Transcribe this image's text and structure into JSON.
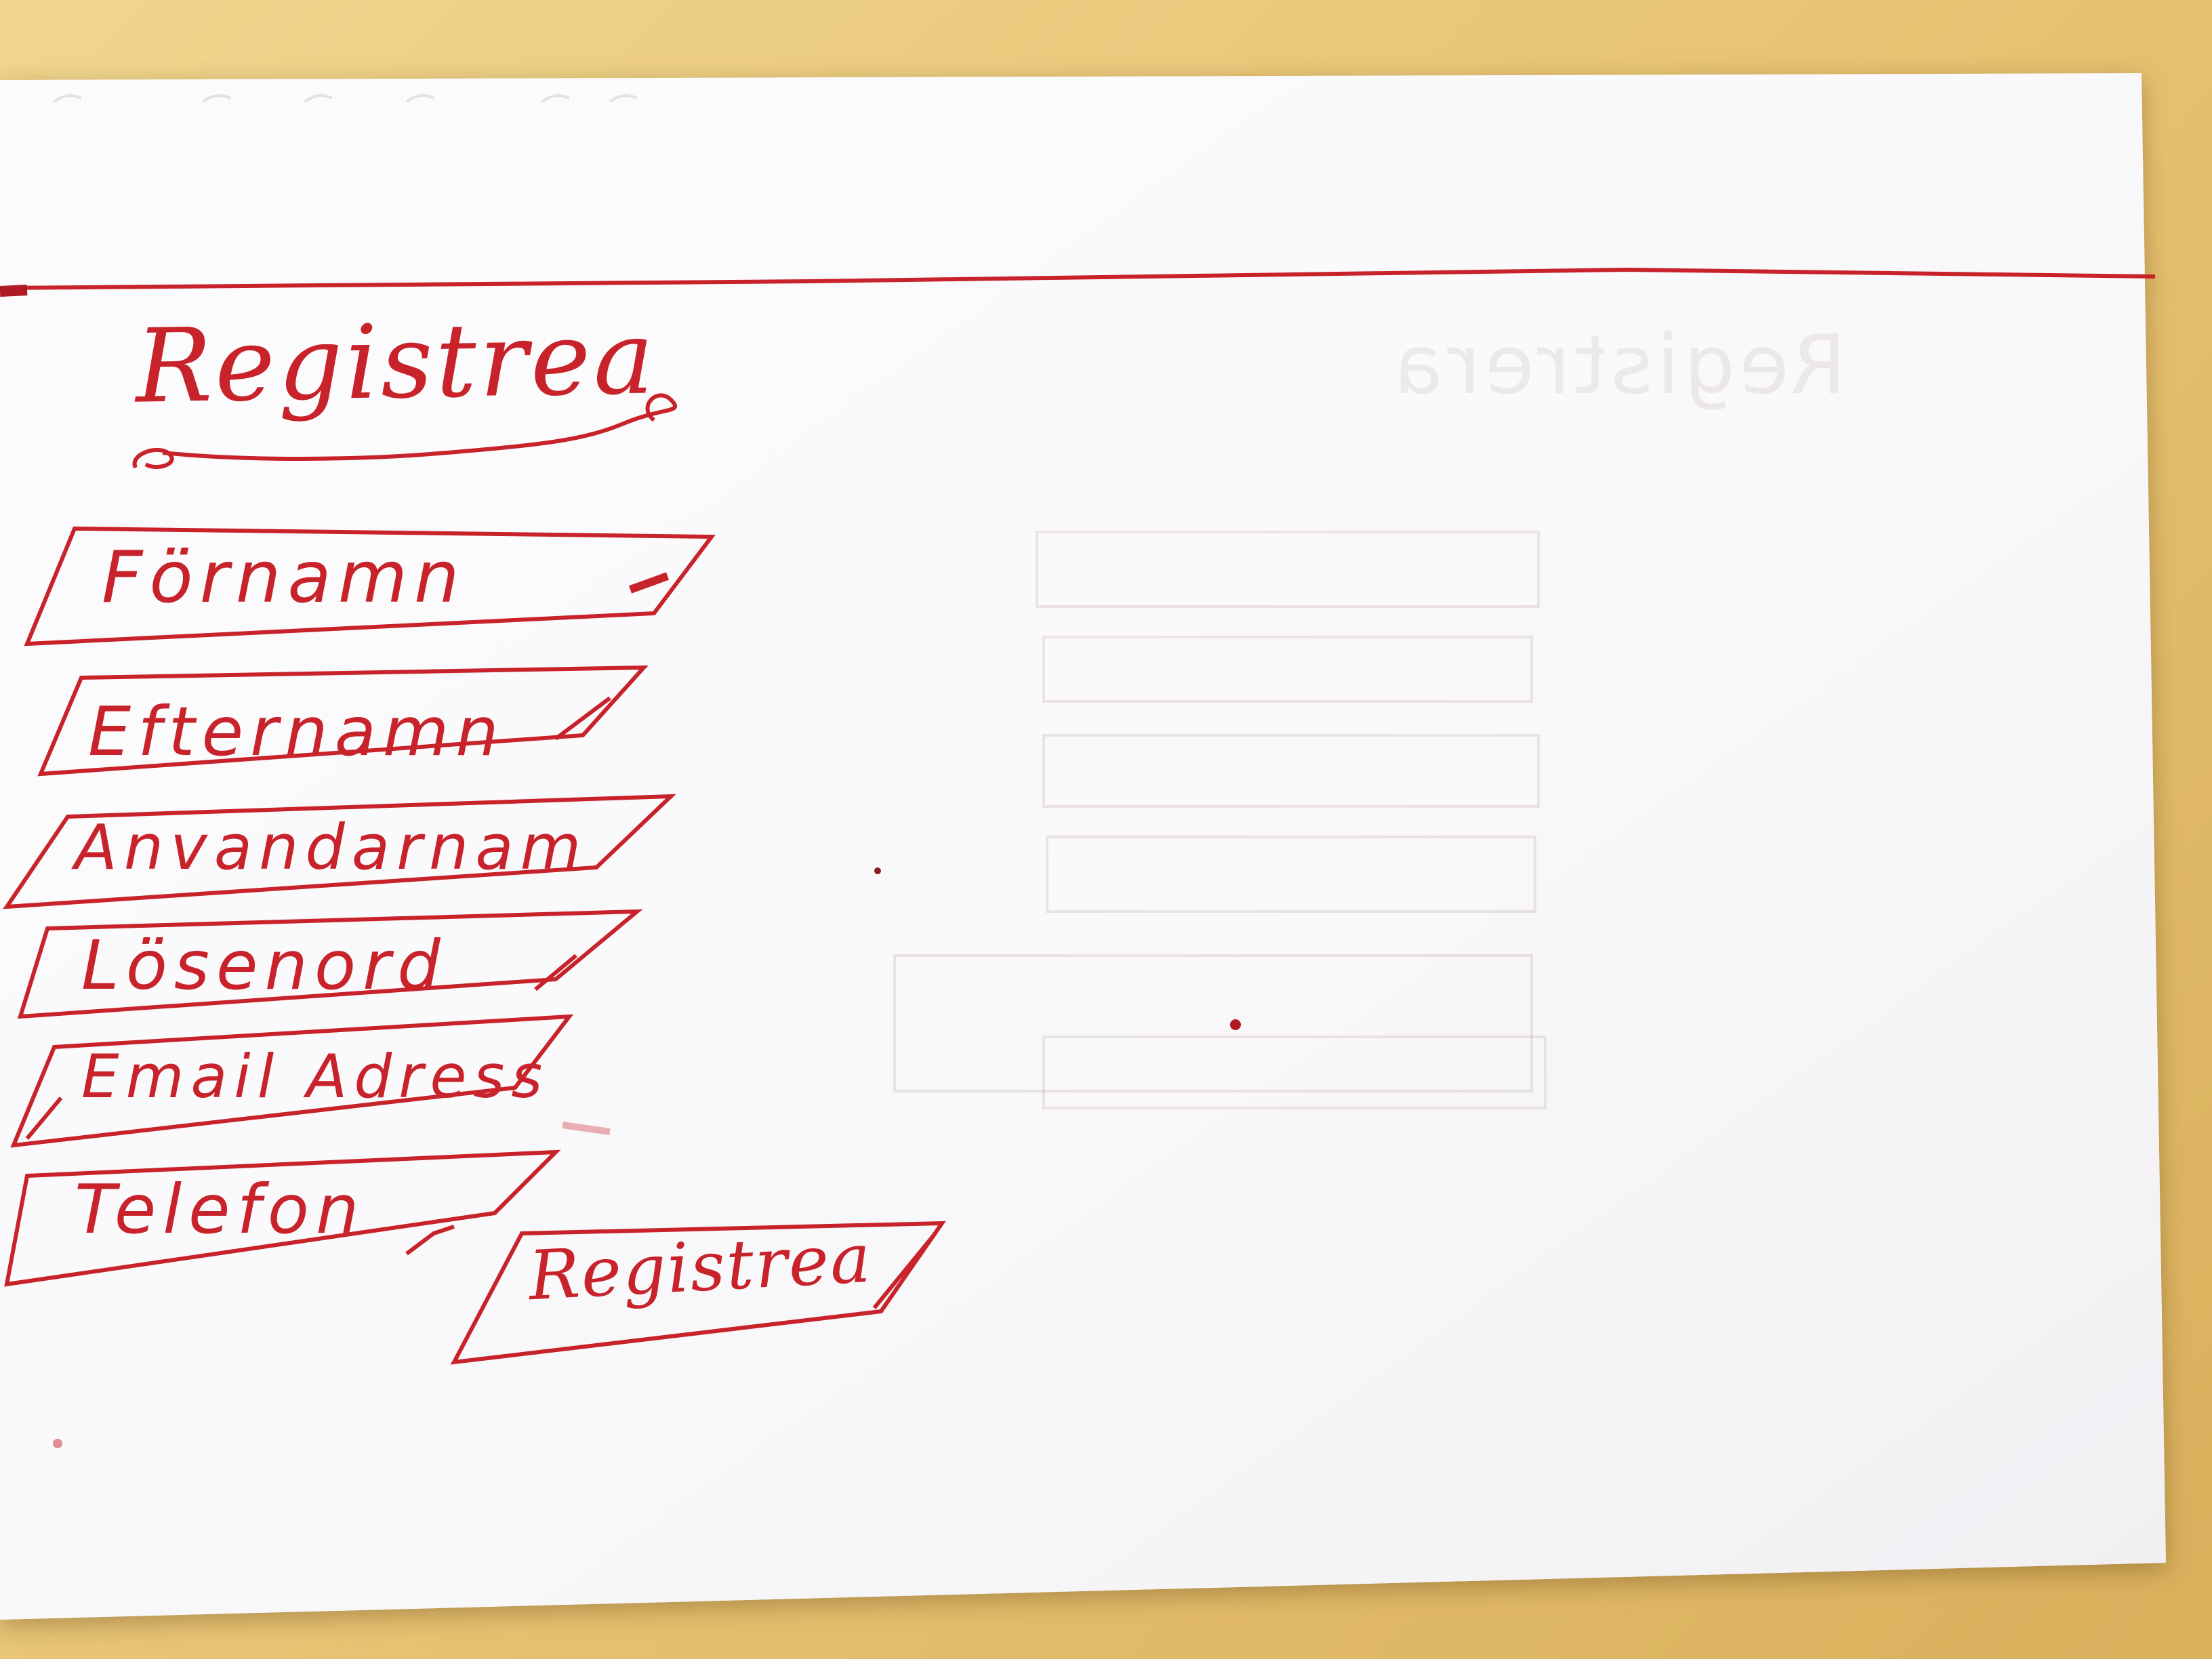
{
  "colors": {
    "ink": "#c8232b",
    "paper": "#fbfbfd",
    "table": "#e6c170"
  },
  "header": {
    "title": "Registrea"
  },
  "form": {
    "fields": [
      {
        "label": "Förnamn"
      },
      {
        "label": "Efternamn"
      },
      {
        "label": "Anvandarnam"
      },
      {
        "label": "Lösenord"
      },
      {
        "label": "Email Adress"
      },
      {
        "label": "Telefon"
      }
    ],
    "submit_label": "Registrea"
  }
}
